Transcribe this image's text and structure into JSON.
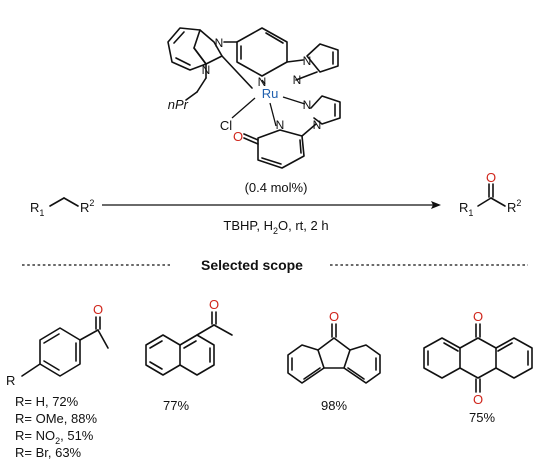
{
  "catalyst": {
    "atoms": {
      "ru": "Ru",
      "n": "N",
      "cl": "Cl",
      "o": "O",
      "npr": "nPr"
    },
    "loading": "(0.4 mol%)"
  },
  "reaction": {
    "substrate": {
      "r1": "R",
      "r1_sub": "1",
      "r2": "R",
      "r2_sup": "2"
    },
    "product": {
      "o": "O",
      "r1": "R",
      "r1_sub": "1",
      "r2": "R",
      "r2_sup": "2"
    },
    "conditions": {
      "part1": "TBHP, H",
      "sub": "2",
      "part2": "O, rt, 2 h"
    }
  },
  "scope": {
    "title": "Selected scope",
    "aryl_r": "R",
    "aryl_o": "O",
    "yields_aryl": [
      {
        "label": "R= H, 72%"
      },
      {
        "label": "R= OMe, 88%"
      },
      {
        "pre": "R= NO",
        "sub": "2",
        "post": ", 51%"
      },
      {
        "label": "R= Br, 63%"
      }
    ],
    "naphthyl_o": "O",
    "naphthyl_yield": "77%",
    "fluorenone_o": "O",
    "fluorenone_yield": "98%",
    "anthraquinone_o": "O",
    "anthraquinone_yield": "75%"
  },
  "colors": {
    "bond": "#111111",
    "oxygen": "#d0261c",
    "ruthenium": "#1f5fae",
    "nitrogen": "#111111"
  }
}
